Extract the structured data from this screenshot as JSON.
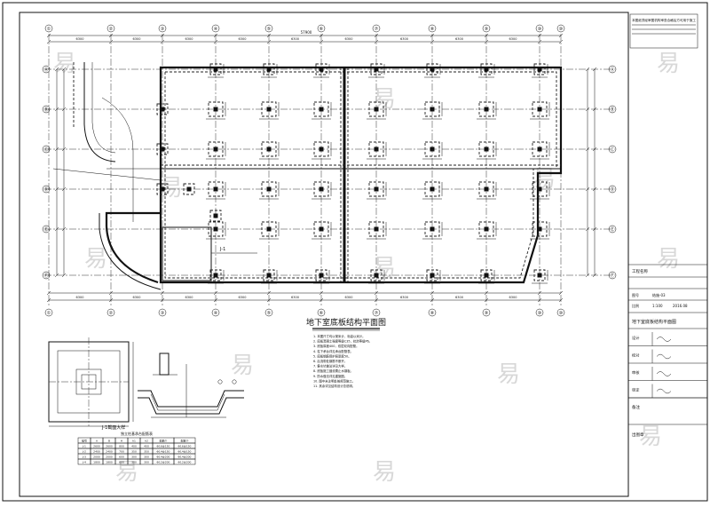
{
  "drawing": {
    "title": "地下室底板结构平面图",
    "grid_labels_top": [
      "①",
      "②",
      "③",
      "④",
      "⑤",
      "⑥",
      "⑦",
      "⑧",
      "⑨",
      "⑩"
    ],
    "grid_labels_left": [
      "Ⓐ",
      "Ⓑ",
      "Ⓒ",
      "Ⓓ",
      "Ⓔ",
      "Ⓕ"
    ],
    "overall_dimension": "57900",
    "bay_dimension": "6300",
    "pit_label": "J-1",
    "detail_caption": "J-1截面大样",
    "table_title": "独立柱基承台配筋表",
    "table_headers": [
      "编号",
      "A",
      "B",
      "H",
      "h1",
      "h2",
      "配筋①",
      "配筋②"
    ],
    "table_rows": [
      [
        "J-1",
        "2600",
        "2600",
        "800",
        "400",
        "400",
        "Φ16@150",
        "Φ16@150"
      ],
      [
        "J-2",
        "2400",
        "2400",
        "700",
        "350",
        "350",
        "Φ14@150",
        "Φ14@150"
      ],
      [
        "J-3",
        "2000",
        "2000",
        "600",
        "300",
        "300",
        "Φ14@200",
        "Φ14@200"
      ],
      [
        "J-4",
        "1800",
        "1800",
        "600",
        "300",
        "300",
        "Φ12@200",
        "Φ12@200"
      ]
    ],
    "notes": [
      "1. 本图尺寸均以毫米计，标高以米计。",
      "2. 底板混凝土强度等级C35，抗渗等级P6。",
      "3. 底板厚度400，双层双向配筋。",
      "4. 柱下承台详见承台配筋表。",
      "5. 底板钢筋保护层厚度50。",
      "6. 后浇带处钢筋不断开。",
      "7. 集水坑做法详见大样。",
      "8. 底板施工缝设置止水钢板。",
      "9. 防水做法详见建施图。",
      "10. 图中未注明处按规范施工。",
      "11. 其余详见结构设计总说明。"
    ]
  },
  "title_block": {
    "header_note": "本图纸须经审图机构审查合格后方可用于施工",
    "project_label": "工程名称",
    "drawing_name": "地下室底板结构平面图",
    "drawing_no_label": "图号",
    "drawing_no": "结施-03",
    "scale_label": "比例",
    "scale": "1:100",
    "date_label": "日期",
    "date": "2016.08",
    "designer_label": "设计",
    "checker_label": "校对",
    "reviewer_label": "审核",
    "approver_label": "审定",
    "remark_label": "备注",
    "stamp_label": "出图章"
  },
  "watermark": {
    "glyph": "易"
  },
  "colors": {
    "line": "#111111",
    "hatch": "#777777",
    "paper": "#ffffff"
  }
}
